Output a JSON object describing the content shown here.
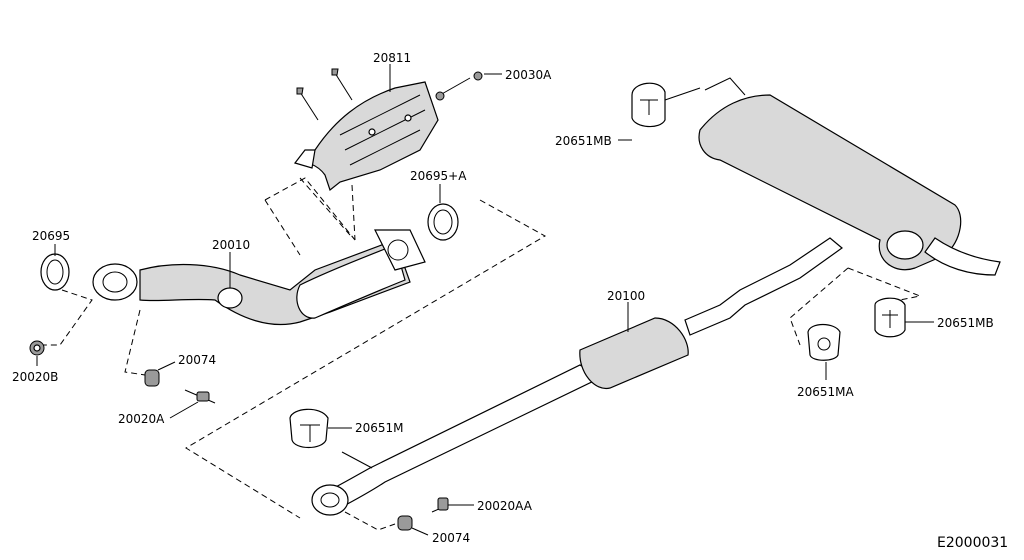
{
  "diagram_code": "E2000031",
  "labels": {
    "heat_insulator": "20811",
    "bolt_top": "20030A",
    "front_tube_gasket": "20695",
    "cat_gasket": "20695+A",
    "front_exhaust_tube": "20010",
    "nut_left": "20020B",
    "spring": "20074",
    "stud": "20020A",
    "center_tube": "20100",
    "mount_rubber_top": "20651MB",
    "mount_rubber_right": "20651MB",
    "mount_rubber_center": "20651MA",
    "mount_rubber_front": "20651M",
    "bolt_bottom": "20020AA",
    "spring_bottom": "20074"
  }
}
